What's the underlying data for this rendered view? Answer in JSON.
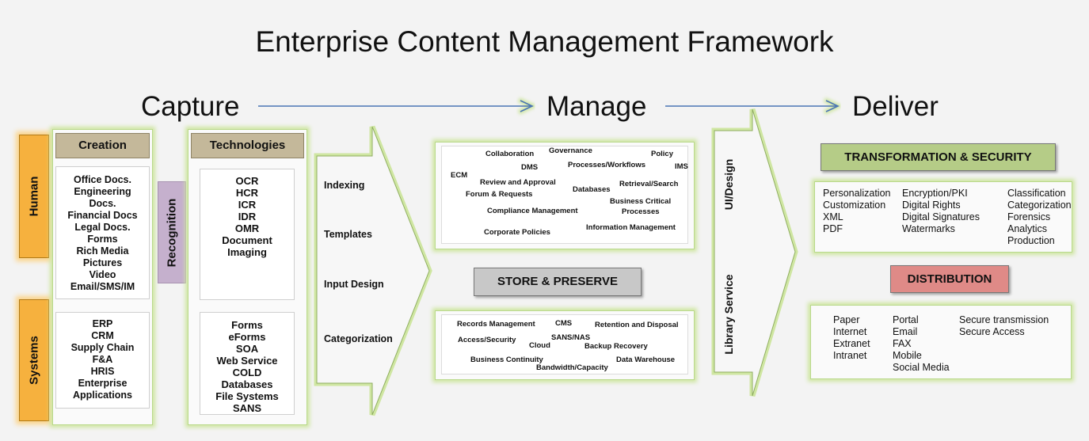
{
  "title": "Enterprise Content Management Framework",
  "stages": {
    "capture": "Capture",
    "manage": "Manage",
    "deliver": "Deliver"
  },
  "side_tabs": {
    "human": "Human",
    "systems": "Systems",
    "recognition": "Recognition"
  },
  "creation": {
    "header": "Creation",
    "human_items": [
      "Office Docs.",
      "Engineering",
      "Docs.",
      "Financial Docs",
      "Legal Docs.",
      "Forms",
      "Rich Media",
      "Pictures",
      "Video",
      "Email/SMS/IM"
    ],
    "system_items": [
      "ERP",
      "CRM",
      "Supply Chain",
      "F&A",
      "HRIS",
      "Enterprise",
      "Applications"
    ]
  },
  "technologies": {
    "header": "Technologies",
    "top_items": [
      "OCR",
      "HCR",
      "ICR",
      "IDR",
      "OMR",
      "Document",
      "Imaging"
    ],
    "bottom_items": [
      "Forms",
      "eForms",
      "SOA",
      "Web Service",
      "COLD",
      "Databases",
      "File Systems",
      "SANS"
    ]
  },
  "process_arrow": [
    "Indexing",
    "Templates",
    "Input Design",
    "Categorization"
  ],
  "manage_cloud": {
    "collaboration": "Collaboration",
    "governance": "Governance",
    "policy": "Policy",
    "dms": "DMS",
    "processes_workflows": "Processes/Workflows",
    "ims": "IMS",
    "ecm": "ECM",
    "review_approval": "Review and Approval",
    "retrieval_search": "Retrieval/Search",
    "forum_requests": "Forum & Requests",
    "databases": "Databases",
    "business_critical_1": "Business Critical",
    "business_critical_2": "Processes",
    "compliance": "Compliance Management",
    "information_management": "Information  Management",
    "corporate_policies": "Corporate Policies"
  },
  "store_preserve": {
    "header": "STORE & PRESERVE",
    "records": "Records Management",
    "cms": "CMS",
    "retention": "Retention and Disposal",
    "access": "Access/Security",
    "sans_nas": "SANS/NAS",
    "cloud": "Cloud",
    "backup": "Backup Recovery",
    "business_continuity": "Business Continuity",
    "data_warehouse": "Data Warehouse",
    "bandwidth": "Bandwidth/Capacity"
  },
  "deliver_arrow": {
    "ui_design": "UI/Design",
    "library_service": "Library Service"
  },
  "transformation": {
    "header": "TRANSFORMATION  & SECURITY",
    "col1": [
      "Personalization",
      "Customization",
      "XML",
      "PDF"
    ],
    "col2": [
      "Encryption/PKI",
      "Digital Rights",
      "Digital Signatures",
      "Watermarks"
    ],
    "col3": [
      "Classification",
      "Categorization",
      "Forensics",
      "Analytics",
      "Production"
    ]
  },
  "distribution": {
    "header": "DISTRIBUTION",
    "col1": [
      "Paper",
      "Internet",
      "Extranet",
      "Intranet"
    ],
    "col2": [
      "Portal",
      "Email",
      "FAX",
      "Mobile",
      "Social Media"
    ],
    "col3": [
      "Secure transmission",
      "Secure Access"
    ]
  },
  "colors": {
    "background": "#f3f3f3",
    "glow": "#cfe6a2",
    "orange": "#f6b13e",
    "recognition": "#c5b0cd",
    "tan_header": "#c4b89a",
    "green_header": "#b5cc87",
    "gray_header": "#c8c8c8",
    "red_header": "#df8a87",
    "arrow": "#4a74b4"
  }
}
